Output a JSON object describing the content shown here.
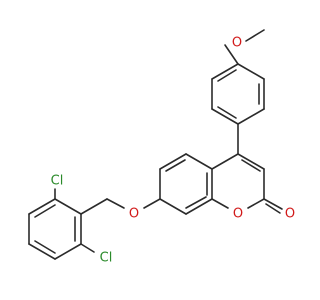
{
  "structure": {
    "atoms": {
      "cl_top": {
        "label": "Cl",
        "color": "#2a8a2a"
      },
      "cl_bottom": {
        "label": "Cl",
        "color": "#2a8a2a"
      },
      "o_ether": {
        "label": "O",
        "color": "#d11a1a"
      },
      "o_ring": {
        "label": "O",
        "color": "#d11a1a"
      },
      "o_carbonyl": {
        "label": "O",
        "color": "#d11a1a"
      },
      "o_methoxy": {
        "label": "O",
        "color": "#d11a1a"
      }
    }
  }
}
